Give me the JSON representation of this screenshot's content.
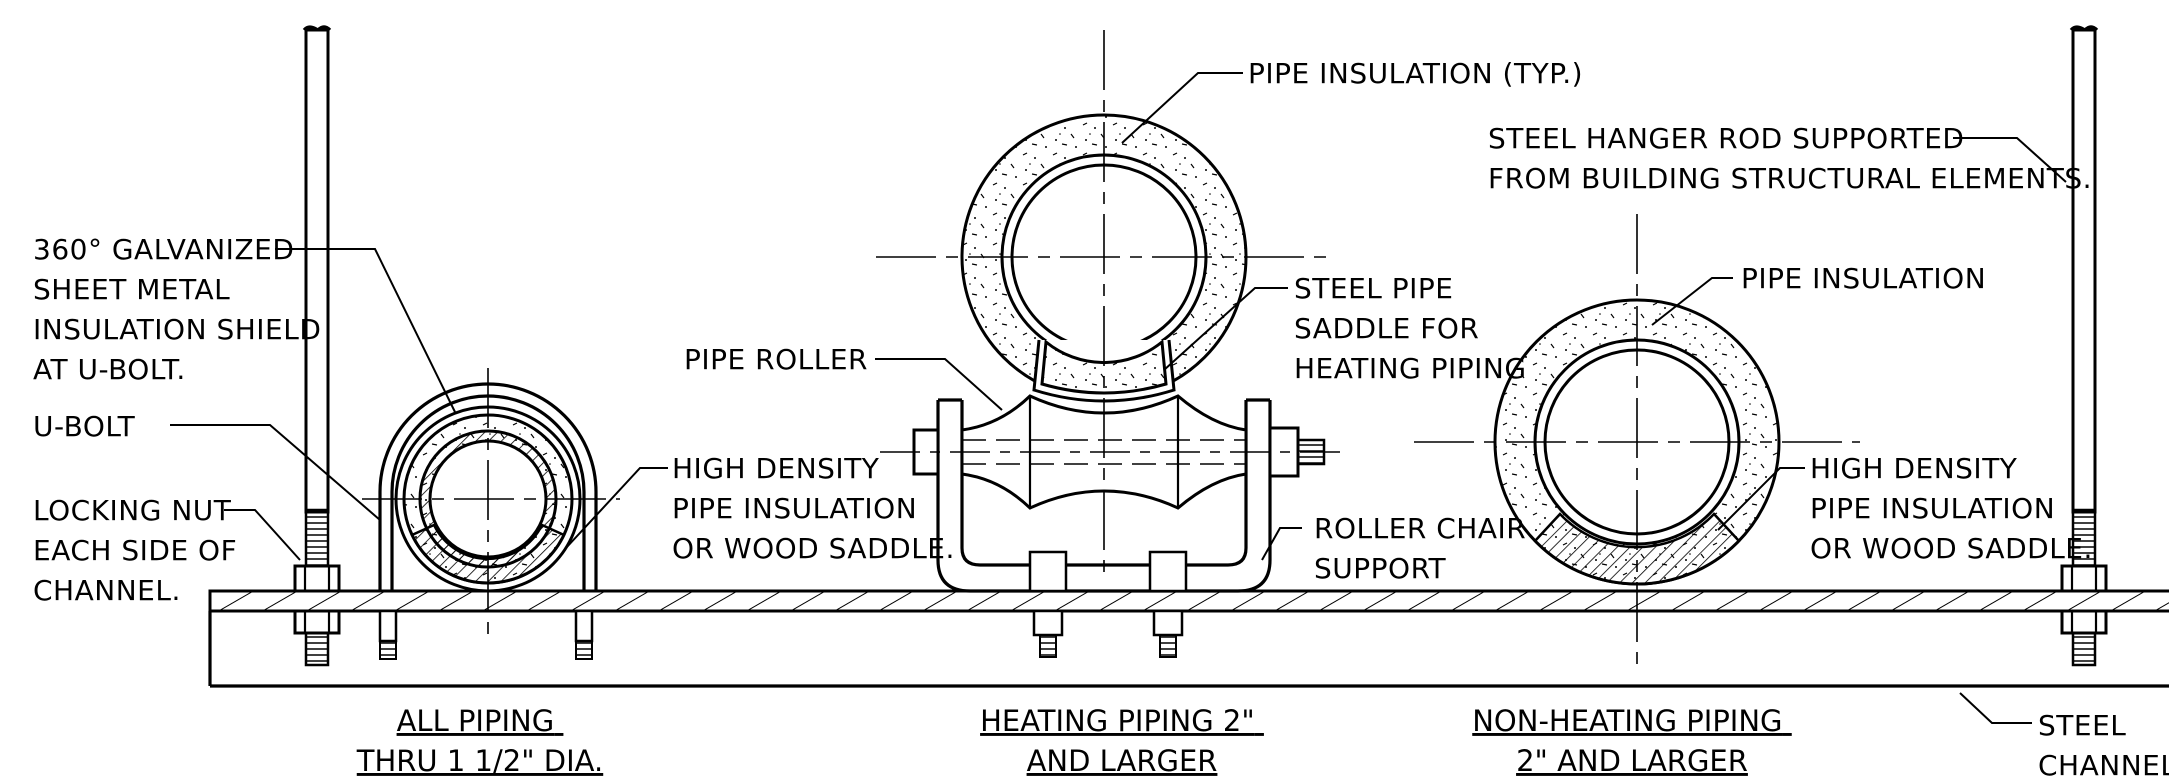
{
  "labels": {
    "shield": [
      "360° GALVANIZED",
      "SHEET METAL",
      "INSULATION SHIELD",
      "AT U-BOLT."
    ],
    "ubolt": [
      "U-BOLT"
    ],
    "locking_nut": [
      "LOCKING NUT",
      "EACH SIDE OF",
      "CHANNEL."
    ],
    "hd_left": [
      "HIGH DENSITY",
      "PIPE INSULATION",
      "OR WOOD SADDLE."
    ],
    "pipe_roller": [
      "PIPE ROLLER"
    ],
    "pipe_insulation_typ": [
      "PIPE INSULATION (TYP.)"
    ],
    "steel_saddle": [
      "STEEL PIPE",
      "SADDLE FOR",
      "HEATING PIPING"
    ],
    "roller_chair": [
      "ROLLER CHAIR",
      "SUPPORT"
    ],
    "hanger_rod": [
      "STEEL HANGER ROD SUPPORTED",
      "FROM BUILDING STRUCTURAL ELEMENTS."
    ],
    "pipe_insulation_right": [
      "PIPE INSULATION"
    ],
    "hd_right": [
      "HIGH DENSITY",
      "PIPE INSULATION",
      "OR WOOD SADDLE."
    ],
    "steel_channel": [
      "STEEL",
      "CHANNEL"
    ]
  },
  "titles": {
    "left": [
      "ALL PIPING",
      "THRU 1 1/2\" DIA."
    ],
    "middle": [
      "HEATING PIPING 2\"",
      "AND LARGER"
    ],
    "right": [
      "NON-HEATING PIPING",
      "2\" AND LARGER"
    ]
  }
}
